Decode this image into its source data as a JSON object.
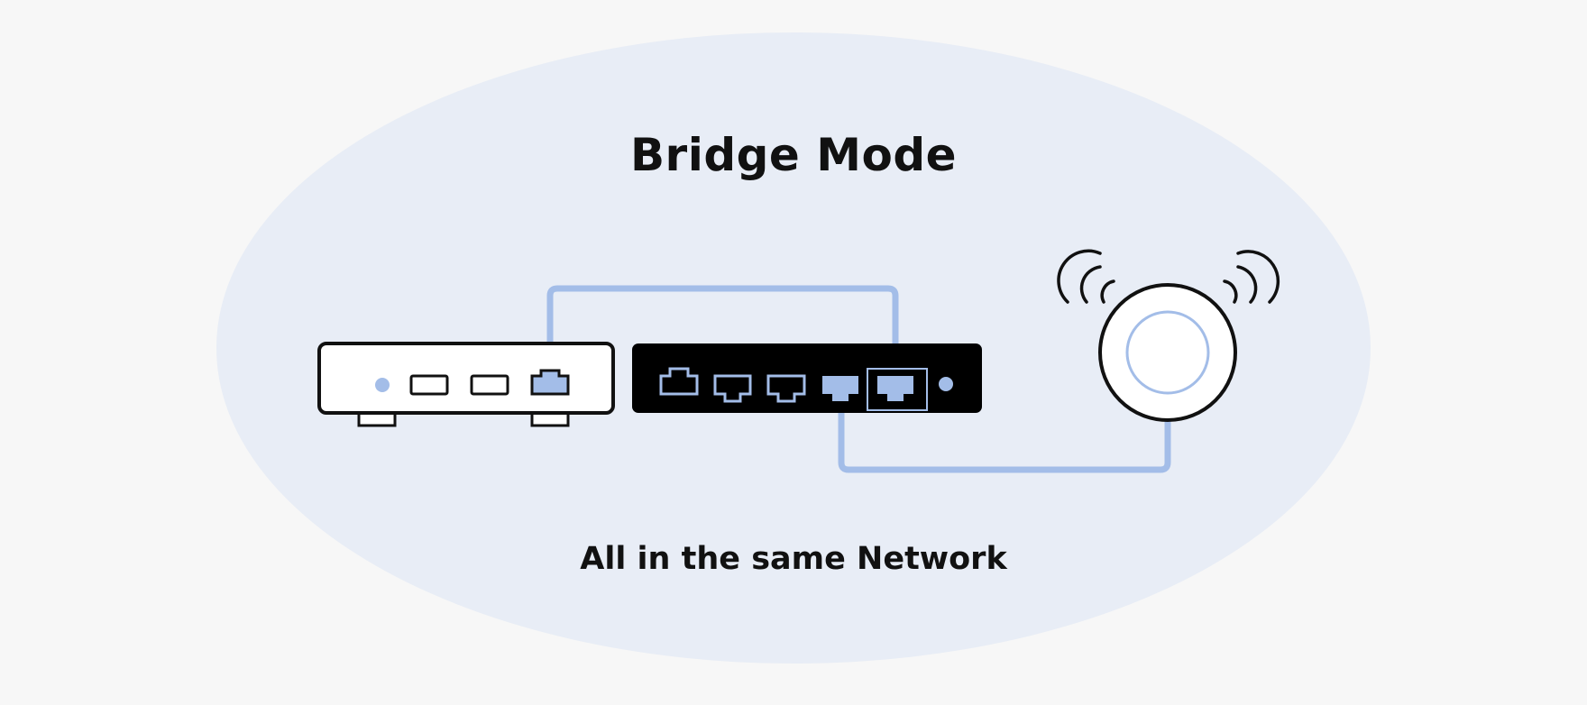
{
  "diagram": {
    "title": "Bridge Mode",
    "subtitle": "All in the same Network",
    "colors": {
      "background": "#f7f7f7",
      "zone": "#e8edf6",
      "link": "#a3bde8",
      "device_outline": "#111111",
      "device_fill": "#ffffff",
      "switch_fill": "#000000"
    },
    "nodes": [
      {
        "id": "modem",
        "kind": "white-router"
      },
      {
        "id": "switch",
        "kind": "black-router"
      },
      {
        "id": "access-point",
        "kind": "wireless-access-point"
      }
    ],
    "links": [
      {
        "from": "modem",
        "to": "switch"
      },
      {
        "from": "switch",
        "to": "access-point"
      }
    ]
  }
}
